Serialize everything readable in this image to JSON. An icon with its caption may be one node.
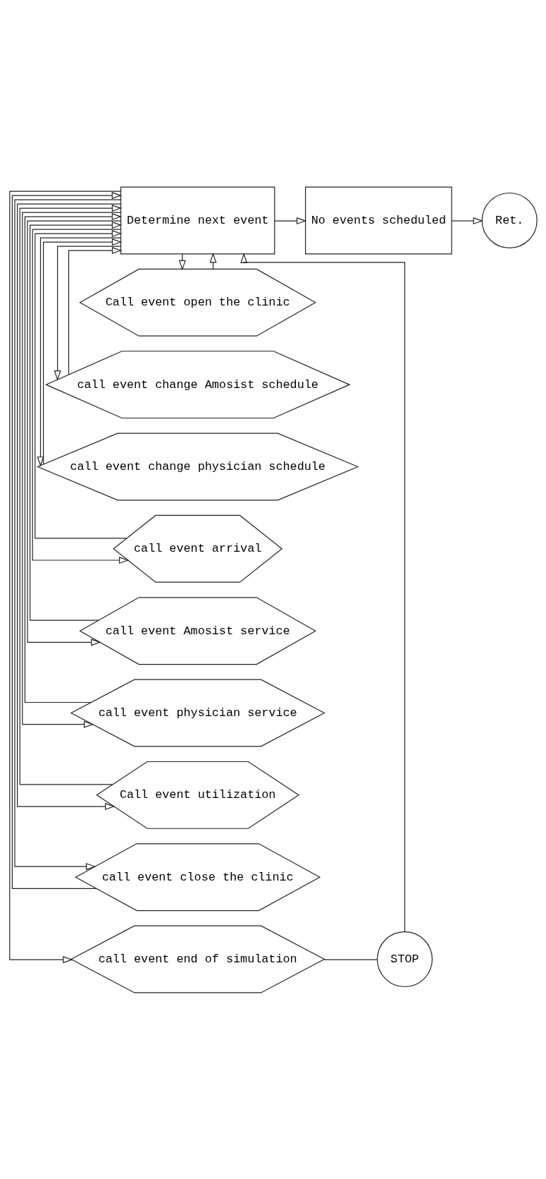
{
  "diagram": {
    "nodes": [
      {
        "text": [
          "Determine next event"
        ]
      },
      {
        "text": [
          "No events scheduled"
        ]
      },
      {
        "text": [
          "Ret."
        ]
      },
      {
        "text": [
          "Call event open the clinic"
        ]
      },
      {
        "text": [
          "call event change Amosist schedule"
        ]
      },
      {
        "text": [
          "call event change physician schedule"
        ]
      },
      {
        "text": [
          "call event arrival"
        ]
      },
      {
        "text": [
          "call event Amosist service"
        ]
      },
      {
        "text": [
          "call event physician service"
        ]
      },
      {
        "text": [
          "Call event utilization"
        ]
      },
      {
        "text": [
          "call event close the clinic"
        ]
      },
      {
        "text": [
          "call event end of simulation"
        ]
      },
      {
        "text": [
          "STOP"
        ]
      }
    ],
    "edges": [
      {
        "from": 0,
        "to": 1,
        "arrow": "to"
      },
      {
        "from": 1,
        "to": 2,
        "arrow": "to"
      },
      {
        "from": 0,
        "to": 3,
        "arrow": "to"
      },
      {
        "from": 0,
        "to": 4,
        "arrow": "to"
      },
      {
        "from": 0,
        "to": 5,
        "arrow": "to"
      },
      {
        "from": 0,
        "to": 6,
        "arrow": "to"
      },
      {
        "from": 0,
        "to": 7,
        "arrow": "to"
      },
      {
        "from": 0,
        "to": 8,
        "arrow": "to"
      },
      {
        "from": 0,
        "to": 9,
        "arrow": "to"
      },
      {
        "from": 0,
        "to": 10,
        "arrow": "to"
      },
      {
        "from": 0,
        "to": 11,
        "arrow": "to"
      },
      {
        "from": 3,
        "to": 0,
        "arrow": "to"
      },
      {
        "from": 4,
        "to": 0,
        "arrow": "to"
      },
      {
        "from": 5,
        "to": 0,
        "arrow": "to"
      },
      {
        "from": 6,
        "to": 0,
        "arrow": "to"
      },
      {
        "from": 7,
        "to": 0,
        "arrow": "to"
      },
      {
        "from": 8,
        "to": 0,
        "arrow": "to"
      },
      {
        "from": 9,
        "to": 0,
        "arrow": "to"
      },
      {
        "from": 10,
        "to": 0,
        "arrow": "to"
      },
      {
        "from": 11,
        "to": 12,
        "arrow": "none"
      },
      {
        "from": 12,
        "to": 0,
        "arrow": "to"
      }
    ]
  }
}
